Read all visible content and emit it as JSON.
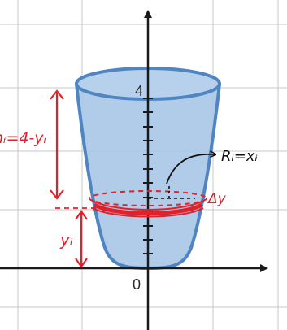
{
  "axes": {
    "origin_label": "0",
    "y_tick_label": "4"
  },
  "annotations": {
    "height_label": "hᵢ=4-yᵢ",
    "radius_label": "Rᵢ=xᵢ",
    "thickness_label": "Δy",
    "y_label": "yᵢ"
  },
  "colors": {
    "grid": "#c8c8c8",
    "axis": "#1a1a1a",
    "solid_fill": "#a9c6e6",
    "solid_stroke": "#4f86c2",
    "annotation_red": "#e0202a",
    "annotation_black": "#111111"
  }
}
